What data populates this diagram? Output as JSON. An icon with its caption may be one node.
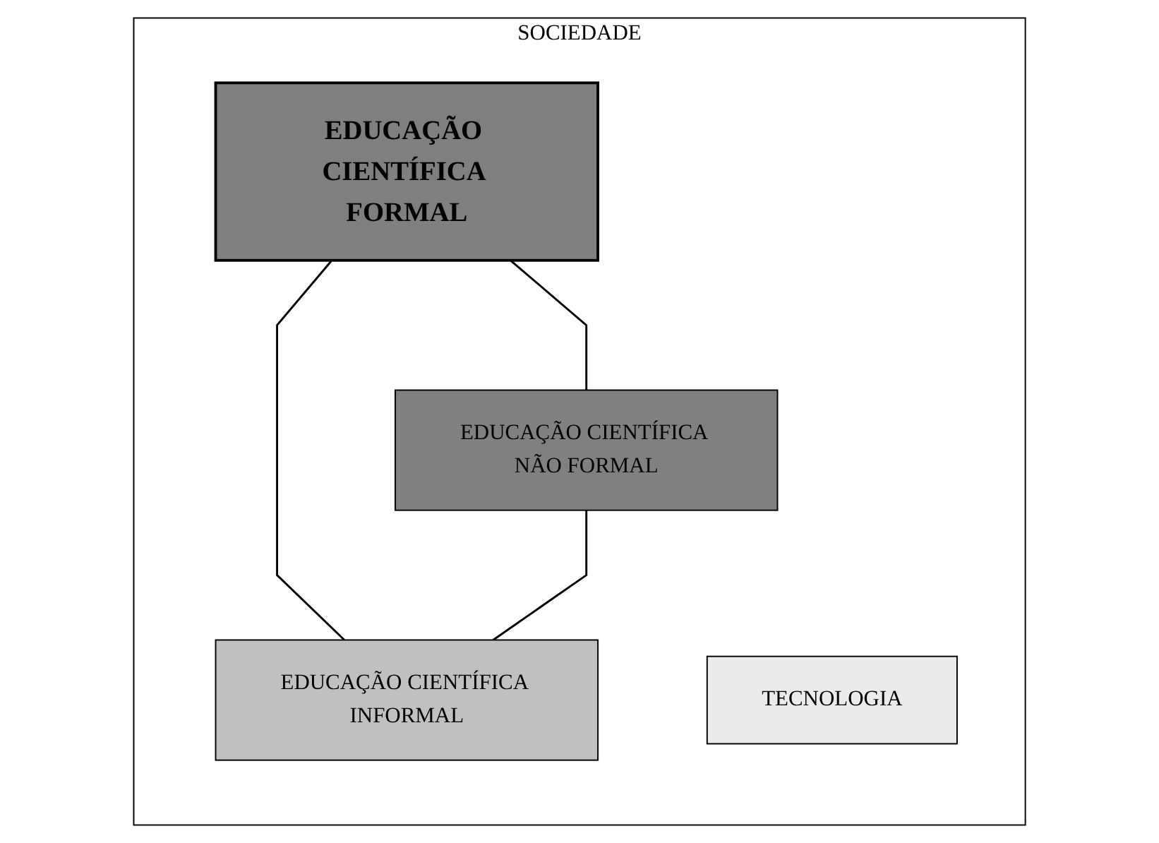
{
  "diagram": {
    "nodes": [
      {
        "text": [
          "SOCIEDADE"
        ]
      },
      {
        "text": [
          "EDUCAÇÃO CIENTÍFICA FORMAL"
        ],
        "in": 0
      },
      {
        "text": [
          "EDUCAÇÃO CIENTÍFICA NÃO FORMAL"
        ],
        "in": 0
      },
      {
        "text": [
          "EDUCAÇÃO CIENTÍFICA INFORMAL"
        ],
        "in": 0
      },
      {
        "text": [
          "TECNOLOGIA"
        ],
        "in": 0
      }
    ],
    "edges": [
      {
        "from": 1,
        "to": 2,
        "arrow": "none"
      },
      {
        "from": 1,
        "to": 3,
        "arrow": "none"
      },
      {
        "from": 2,
        "to": 3,
        "arrow": "none"
      }
    ]
  }
}
